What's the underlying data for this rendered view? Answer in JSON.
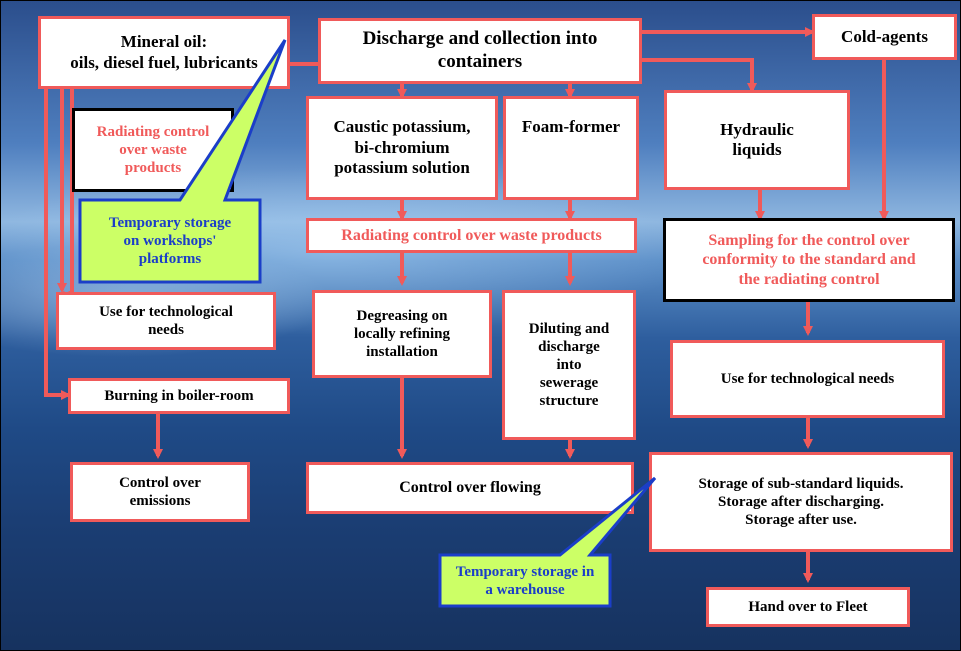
{
  "colors": {
    "accent_red": "#f05a5a",
    "callout_fill": "#ccff66",
    "callout_text": "#1b3ec8",
    "callout_border": "#1b3ec8"
  },
  "nodes": {
    "mineral_oil": "Mineral oil:\noils, diesel fuel, lubricants",
    "discharge": "Discharge and collection into\ncontainers",
    "cold_agents": "Cold-agents",
    "radiating_left": "Radiating control\nover waste\nproducts",
    "caustic": "Caustic potassium,\nbi-chromium\npotassium solution",
    "foam": "Foam-former",
    "hydraulic": "Hydraulic\nliquids",
    "radiating_mid": "Radiating control over waste products",
    "sampling": "Sampling for the control over\nconformity to the standard and\nthe radiating control",
    "use_tech_left": "Use for technological\nneeds",
    "degreasing": "Degreasing on\nlocally refining\ninstallation",
    "diluting": "Diluting and\ndischarge\ninto\nsewerage\nstructure",
    "use_tech_right": "Use for technological needs",
    "burning": "Burning in boiler-room",
    "control_emissions": "Control over\nemissions",
    "control_flowing": "Control over flowing",
    "storage_sub": "Storage of sub-standard liquids.\nStorage after discharging.\nStorage after use.",
    "hand_over": "Hand over to Fleet"
  },
  "callouts": {
    "workshops": "Temporary storage\non workshops'\nplatforms",
    "warehouse": "Temporary storage in\na warehouse"
  }
}
